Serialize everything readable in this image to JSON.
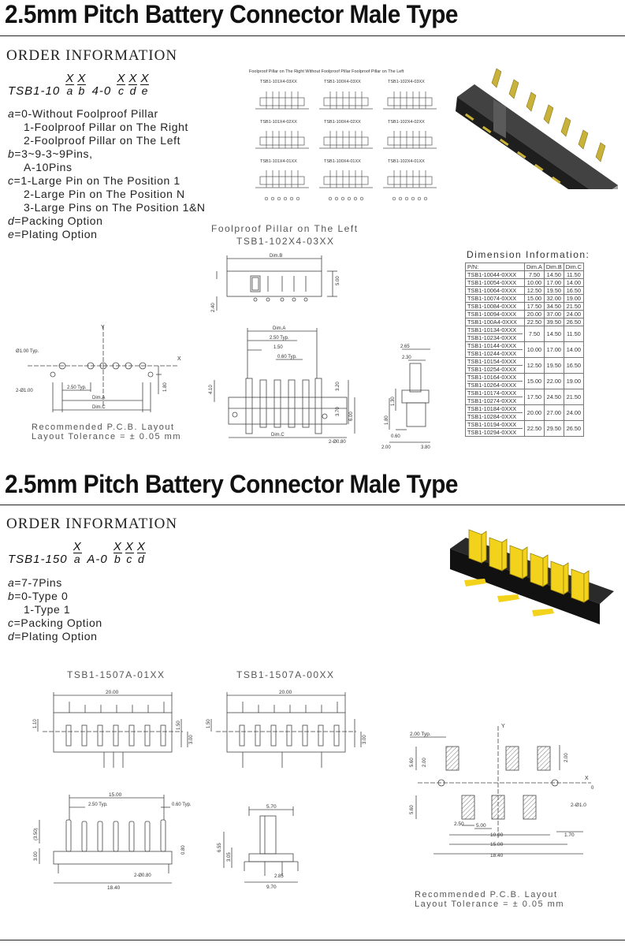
{
  "section1": {
    "title": "2.5mm Pitch Battery Connector Male Type",
    "order_heading": "ORDER INFORMATION",
    "code_prefix": "TSB1-10",
    "code_mid": "4-0",
    "code_syms": [
      "X",
      "X",
      "X",
      "X",
      "X"
    ],
    "code_subs": [
      "a",
      "b",
      "c",
      "d",
      "e"
    ],
    "options": [
      {
        "key": "a",
        "text": "=0-Without Foolproof Pillar"
      },
      {
        "key": "",
        "text": "1-Foolproof Pillar on The Right",
        "indent": true
      },
      {
        "key": "",
        "text": "2-Foolproof Pillar on The Left",
        "indent": true
      },
      {
        "key": "b",
        "text": "=3~9-3~9Pins,"
      },
      {
        "key": "",
        "text": "A-10Pins",
        "indent": true
      },
      {
        "key": "c",
        "text": "=1-Large Pin on The Position 1"
      },
      {
        "key": "",
        "text": "2-Large Pin on The Position N",
        "indent": true
      },
      {
        "key": "",
        "text": "3-Large Pins on The Position 1&N",
        "indent": true
      },
      {
        "key": "d",
        "text": "=Packing Option"
      },
      {
        "key": "e",
        "text": "=Plating Option"
      }
    ],
    "variants_header": "Foolproof Pillar on The Right  Without Foolproof Pillar  Foolproof Pillar on The Left",
    "variants": [
      "TSB1-101X4-03XX",
      "TSB1-100X4-03XX",
      "TSB1-102X4-03XX",
      "TSB1-101X4-02XX",
      "TSB1-100X4-02XX",
      "TSB1-102X4-02XX",
      "TSB1-101X4-01XX",
      "TSB1-100X4-01XX",
      "TSB1-102X4-01XX"
    ],
    "drawing_title_1": "Foolproof Pillar on The Left",
    "drawing_title_2": "TSB1-102X4-03XX",
    "pcb_note_1": "Recommended P.C.B. Layout",
    "pcb_note_2": "Layout Tolerance = ± 0.05 mm",
    "dims": {
      "dimB": "Dim.B",
      "dimA": "Dim.A",
      "dimC": "Dim.C",
      "v500": "5.00",
      "v240": "2.40",
      "v250": "2.50 Typ.",
      "v150": "1.50",
      "v060": "0.60 Typ.",
      "v410": "4.10",
      "v320": "3.20",
      "v370": "3.70",
      "v600": "6.00",
      "v080": "2-Ø0.80",
      "v265": "2.65",
      "v230": "2.30",
      "v130": "1.30",
      "v180b": "1.80",
      "v060b": "0.60",
      "v200": "2.00",
      "v380": "3.80",
      "h100": "Ø1.00 Typ.",
      "h2_100": "2-Ø1.00",
      "h250": "2.50 Typ.",
      "h180": "1.80",
      "y": "Y",
      "x": "X"
    },
    "dim_table": {
      "title": "Dimension Information:",
      "headers": [
        "P/N:",
        "Dim.A",
        "Dim.B",
        "Dim.C"
      ],
      "rows": [
        {
          "pn": [
            "TSB1-10044-0XXX"
          ],
          "a": "7.50",
          "b": "14.50",
          "c": "11.50"
        },
        {
          "pn": [
            "TSB1-10054-0XXX"
          ],
          "a": "10.00",
          "b": "17.00",
          "c": "14.00"
        },
        {
          "pn": [
            "TSB1-10064-0XXX"
          ],
          "a": "12.50",
          "b": "19.50",
          "c": "16.50"
        },
        {
          "pn": [
            "TSB1-10074-0XXX"
          ],
          "a": "15.00",
          "b": "32.00",
          "c": "19.00"
        },
        {
          "pn": [
            "TSB1-10084-0XXX"
          ],
          "a": "17.50",
          "b": "34.50",
          "c": "21.50"
        },
        {
          "pn": [
            "TSB1-10094-0XXX"
          ],
          "a": "20.00",
          "b": "37.00",
          "c": "24.00"
        },
        {
          "pn": [
            "TSB1-100A4-0XXX"
          ],
          "a": "22.50",
          "b": "39.50",
          "c": "26.50"
        },
        {
          "pn": [
            "TSB1-10134-0XXX",
            "TSB1-10234-0XXX"
          ],
          "a": "7.50",
          "b": "14.50",
          "c": "11.50"
        },
        {
          "pn": [
            "TSB1-10144-0XXX",
            "TSB1-10244-0XXX"
          ],
          "a": "10.00",
          "b": "17.00",
          "c": "14.00"
        },
        {
          "pn": [
            "TSB1-10154-0XXX",
            "TSB1-10254-0XXX"
          ],
          "a": "12.50",
          "b": "19.50",
          "c": "16.50"
        },
        {
          "pn": [
            "TSB1-10164-0XXX",
            "TSB1-10264-0XXX"
          ],
          "a": "15.00",
          "b": "22.00",
          "c": "19.00"
        },
        {
          "pn": [
            "TSB1-10174-0XXX",
            "TSB1-10274-0XXX"
          ],
          "a": "17.50",
          "b": "24.50",
          "c": "21.50"
        },
        {
          "pn": [
            "TSB1-10184-0XXX",
            "TSB1-10284-0XXX"
          ],
          "a": "20.00",
          "b": "27.00",
          "c": "24.00"
        },
        {
          "pn": [
            "TSB1-10194-0XXX",
            "TSB1-10294-0XXX"
          ],
          "a": "22.50",
          "b": "29.50",
          "c": "26.50"
        }
      ]
    }
  },
  "section2": {
    "title": "2.5mm Pitch Battery Connector Male Type",
    "order_heading": "ORDER INFORMATION",
    "code_prefix": "TSB1-150",
    "code_mid": "A-0",
    "code_syms": [
      "X",
      "X",
      "X",
      "X"
    ],
    "code_subs": [
      "a",
      "b",
      "c",
      "d"
    ],
    "options": [
      {
        "key": "a",
        "text": "=7-7Pins"
      },
      {
        "key": "b",
        "text": "=0-Type 0"
      },
      {
        "key": "",
        "text": "1-Type 1",
        "indent": true
      },
      {
        "key": "c",
        "text": "=Packing Option"
      },
      {
        "key": "d",
        "text": "=Plating Option"
      }
    ],
    "drawing_left_title": "TSB1-1507A-01XX",
    "drawing_right_title": "TSB1-1507A-00XX",
    "pcb_note_1": "Recommended P.C.B. Layout",
    "pcb_note_2": "Layout Tolerance = ± 0.05 mm",
    "dims": {
      "w2000": "20.00",
      "w2000b": "20.00",
      "v110": "1.10",
      "v150": "1.50",
      "v300": "3.00",
      "v150b": "1.50",
      "v300b": "3.00",
      "w1500": "15.00",
      "v250": "2.50 Typ.",
      "v060": "0.60 Typ.",
      "v350": "(3.50)",
      "v300c": "3.00",
      "v080": "0.80",
      "v080h": "2-Ø0.80",
      "w1840": "18.40",
      "w570": "5.70",
      "v655": "6.55",
      "v305": "3.05",
      "v285": "2.85",
      "w970": "9.70",
      "p200": "2.00 Typ.",
      "p560": "5.60",
      "p200b": "2.00",
      "p200c": "2.00",
      "p560b": "5.60",
      "p250": "2.50",
      "p500": "5.00",
      "p1000": "10.00",
      "p170": "1.70",
      "p1500": "15.00",
      "p1840": "18.40",
      "p10": "2-Ø1.0",
      "y": "Y",
      "x": "X",
      "o": "0"
    }
  }
}
